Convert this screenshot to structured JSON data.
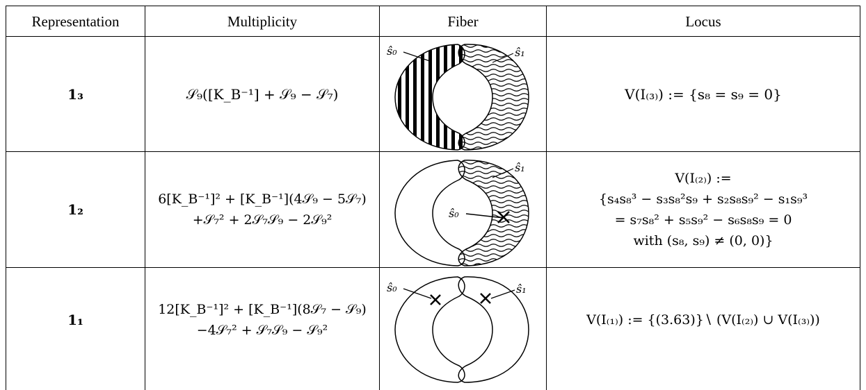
{
  "table": {
    "headers": [
      "Representation",
      "Multiplicity",
      "Fiber",
      "Locus"
    ],
    "rows": [
      {
        "representation": "𝟏₃",
        "multiplicity": [
          "𝒮₉([K_B⁻¹] + 𝒮₉ − 𝒮₇)"
        ],
        "fiber": {
          "labels": [
            "ŝ₀",
            "ŝ₁"
          ]
        },
        "locus": [
          "V(I₍₃₎) := {s₈ = s₉ = 0}"
        ]
      },
      {
        "representation": "𝟏₂",
        "multiplicity": [
          "6[K_B⁻¹]² + [K_B⁻¹](4𝒮₉ − 5𝒮₇)",
          "+𝒮₇² + 2𝒮₇𝒮₉ − 2𝒮₉²"
        ],
        "fiber": {
          "labels": [
            "ŝ₀",
            "ŝ₁"
          ]
        },
        "locus": [
          "V(I₍₂₎) :=",
          "{s₄s₈³ − s₃s₈²s₉ + s₂s₈s₉² − s₁s₉³",
          "= s₇s₈² + s₅s₉² − s₆s₈s₉ = 0",
          "with (s₈, s₉) ≠ (0, 0)}"
        ]
      },
      {
        "representation": "𝟏₁",
        "multiplicity": [
          "12[K_B⁻¹]² + [K_B⁻¹](8𝒮₇ − 𝒮₉)",
          "−4𝒮₇² + 𝒮₇𝒮₉ − 𝒮₉²"
        ],
        "fiber": {
          "labels": [
            "ŝ₀",
            "ŝ₁"
          ]
        },
        "locus": [
          "V(I₍₁₎) := {(3.63)}∖ (V(I₍₂₎) ∪ V(I₍₃₎))"
        ]
      }
    ]
  }
}
